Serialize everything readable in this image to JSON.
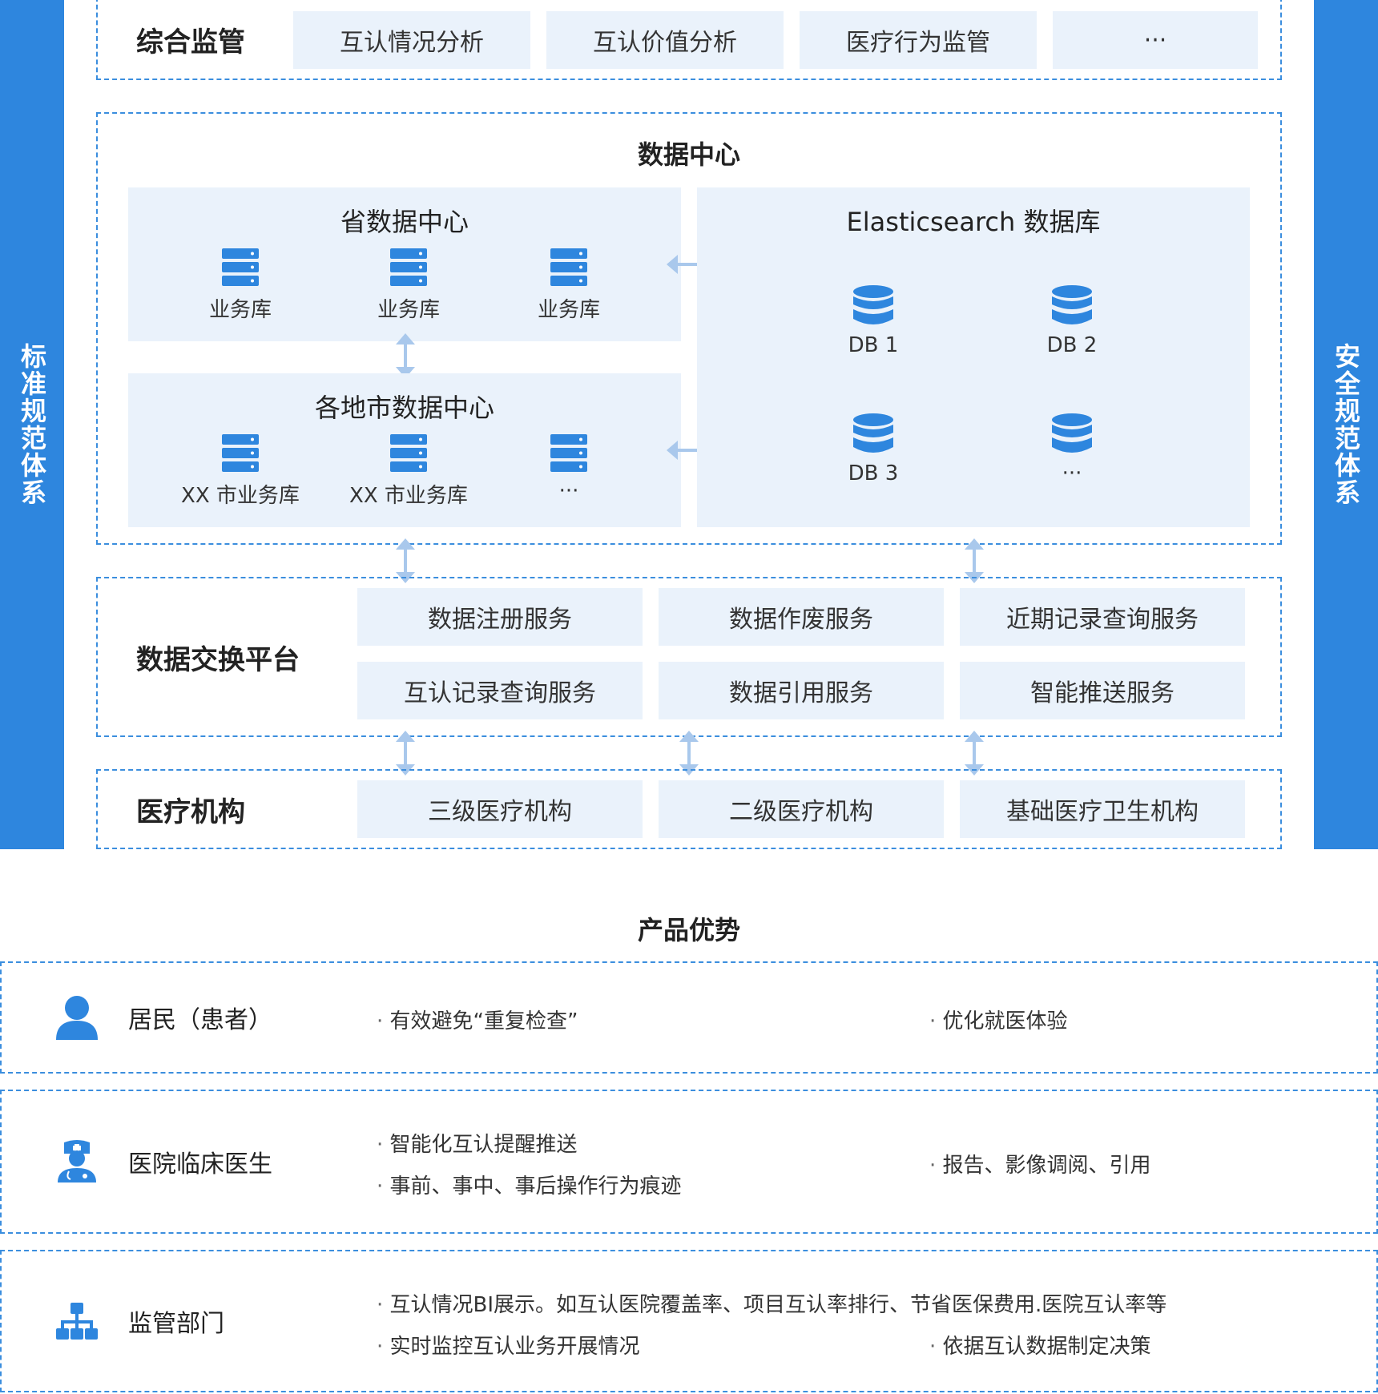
{
  "sidebars": {
    "left": "标准规范体系",
    "right": "安全规范体系"
  },
  "supervision": {
    "label": "综合监管",
    "items": [
      "互认情况分析",
      "互认价值分析",
      "医疗行为监管",
      "···"
    ]
  },
  "data_center": {
    "title": "数据中心",
    "province": {
      "title": "省数据中心",
      "items": [
        "业务库",
        "业务库",
        "业务库"
      ]
    },
    "city": {
      "title": "各地市数据中心",
      "items": [
        "XX 市业务库",
        "XX 市业务库",
        "···"
      ]
    },
    "es": {
      "title": "Elasticsearch 数据库",
      "dbs": [
        "DB 1",
        "DB 2",
        "DB 3",
        "···"
      ]
    }
  },
  "exchange": {
    "label": "数据交换平台",
    "services": [
      "数据注册服务",
      "数据作废服务",
      "近期记录查询服务",
      "互认记录查询服务",
      "数据引用服务",
      "智能推送服务"
    ]
  },
  "institutions": {
    "label": "医疗机构",
    "items": [
      "三级医疗机构",
      "二级医疗机构",
      "基础医疗卫生机构"
    ]
  },
  "advantages": {
    "title": "产品优势",
    "rows": [
      {
        "label": "居民（患者）",
        "icon": "person-icon",
        "col1": [
          "有效避免“重复检查”"
        ],
        "col2": [
          "优化就医体验"
        ]
      },
      {
        "label": "医院临床医生",
        "icon": "doctor-icon",
        "col1": [
          "智能化互认提醒推送",
          "事前、事中、事后操作行为痕迹"
        ],
        "col2": [
          "报告、影像调阅、引用"
        ]
      },
      {
        "label": "监管部门",
        "icon": "org-chart-icon",
        "full": "互认情况BI展示。如互认医院覆盖率、项目互认率排行、节省医保费用.医院互认率等",
        "col1": [
          "实时监控互认业务开展情况"
        ],
        "col2": [
          "依据互认数据制定决策"
        ]
      }
    ]
  },
  "colors": {
    "accent": "#2e86de",
    "cell_bg": "#eaf2fb",
    "arrow": "#a9c8ec"
  }
}
